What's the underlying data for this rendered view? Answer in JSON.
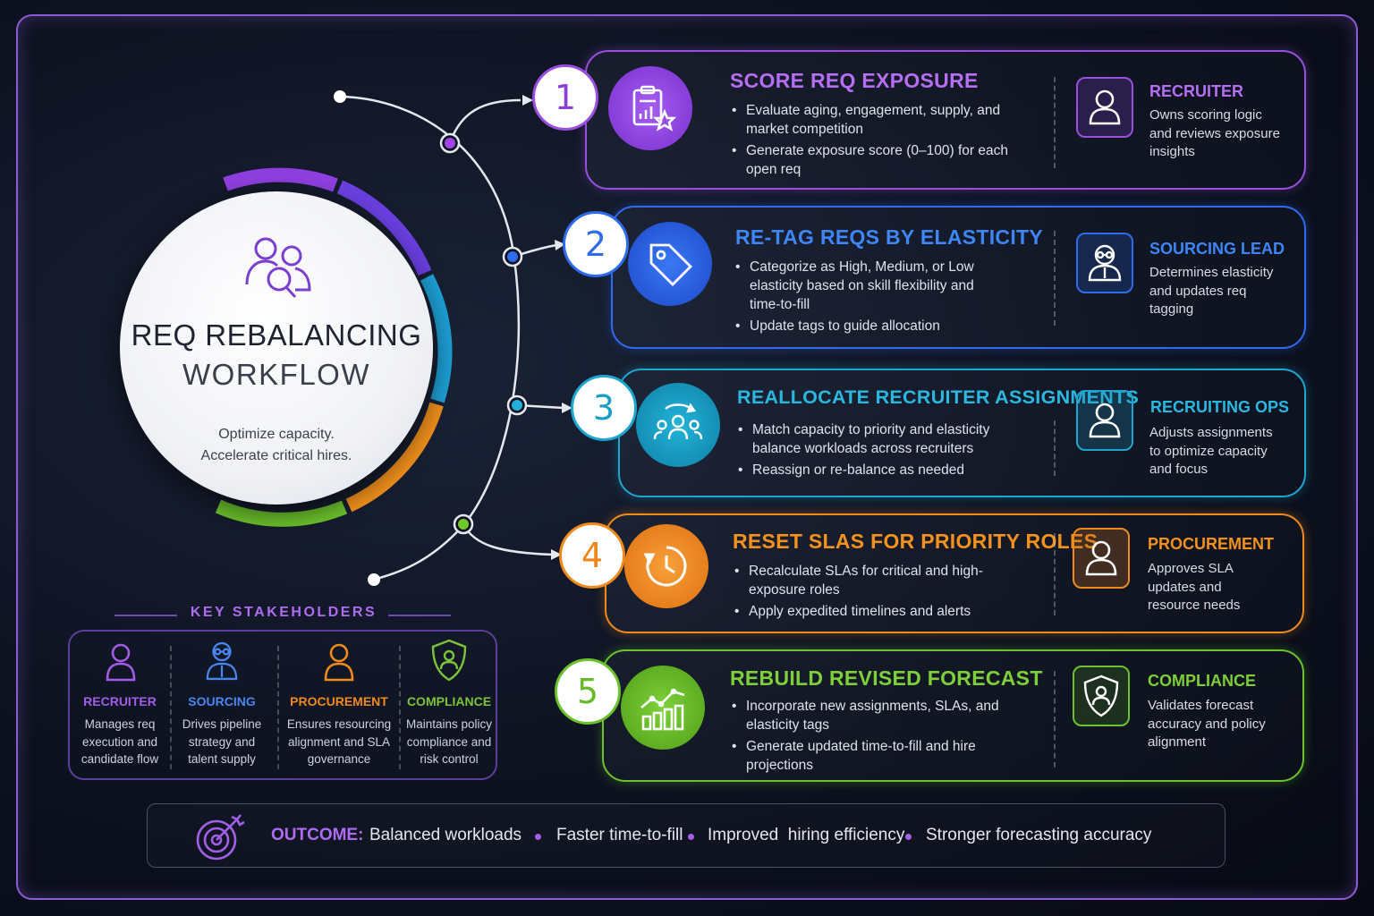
{
  "hub": {
    "title_line1": "REQ REBALANCING",
    "title_line2": "WORKFLOW",
    "subtitle_line1": "Optimize capacity.",
    "subtitle_line2": "Accelerate critical hires.",
    "icon": "people-search-icon"
  },
  "steps": [
    {
      "number": "1",
      "title": "SCORE REQ EXPOSURE",
      "bullets": [
        "Evaluate aging, engagement, supply, and market competition",
        "Generate exposure score (0–100) for each open req"
      ],
      "icon": "clipboard-chart-star-icon",
      "color": "#9a4fe0",
      "role": {
        "title": "RECRUITER",
        "desc": "Owns scoring logic and reviews exposure insights",
        "icon": "person-icon"
      }
    },
    {
      "number": "2",
      "title": "RE-TAG REQS BY ELASTICITY",
      "bullets": [
        "Categorize as High, Medium, or Low elasticity based on skill flexibility and time-to-fill",
        "Update tags to guide allocation"
      ],
      "icon": "tag-icon",
      "color": "#2f6bf0",
      "role": {
        "title": "SOURCING LEAD",
        "desc": "Determines elasticity and updates req tagging",
        "icon": "person-glasses-icon"
      }
    },
    {
      "number": "3",
      "title": "REALLOCATE RECRUITER ASSIGNMENTS",
      "bullets": [
        "Match capacity to priority and elasticity balance workloads across recruiters",
        "Reassign or re-balance as needed"
      ],
      "icon": "team-cycle-icon",
      "color": "#1fa6cf",
      "role": {
        "title": "RECRUITING OPS",
        "desc": "Adjusts assignments to optimize capacity and focus",
        "icon": "person-icon"
      }
    },
    {
      "number": "4",
      "title": "RESET SLAS FOR PRIORITY ROLES",
      "bullets": [
        "Recalculate SLAs for critical and high-exposure roles",
        "Apply expedited timelines and alerts"
      ],
      "icon": "clock-icon",
      "color": "#f08a1c",
      "role": {
        "title": "PROCUREMENT",
        "desc": "Approves SLA updates and resource needs",
        "icon": "person-icon"
      }
    },
    {
      "number": "5",
      "title": "REBUILD REVISED FORECAST",
      "bullets": [
        "Incorporate new assignments, SLAs, and elasticity tags",
        "Generate updated time-to-fill and hire projections"
      ],
      "icon": "bar-trend-icon",
      "color": "#6cc22c",
      "role": {
        "title": "COMPLIANCE",
        "desc": "Validates forecast accuracy and policy alignment",
        "icon": "shield-person-icon"
      }
    }
  ],
  "stakeholders": {
    "heading": "KEY STAKEHOLDERS",
    "items": [
      {
        "name": "RECRUITER",
        "desc": "Manages req execution and candidate flow",
        "color": "#a45ce8",
        "icon": "person-icon"
      },
      {
        "name": "SOURCING",
        "desc": "Drives pipeline strategy and talent supply",
        "color": "#4a86f0",
        "icon": "person-glasses-icon"
      },
      {
        "name": "PROCUREMENT",
        "desc": "Ensures resourcing alignment and SLA governance",
        "color": "#f08a1c",
        "icon": "person-icon"
      },
      {
        "name": "COMPLIANCE",
        "desc": "Maintains policy compliance and risk control",
        "color": "#7cc43a",
        "icon": "shield-person-icon"
      }
    ]
  },
  "outcome": {
    "label": "OUTCOME:",
    "items": [
      "Balanced workloads",
      "Faster time-to-fill",
      "Improved  hiring efficiency",
      "Stronger forecasting accuracy"
    ],
    "icon": "target-icon"
  }
}
